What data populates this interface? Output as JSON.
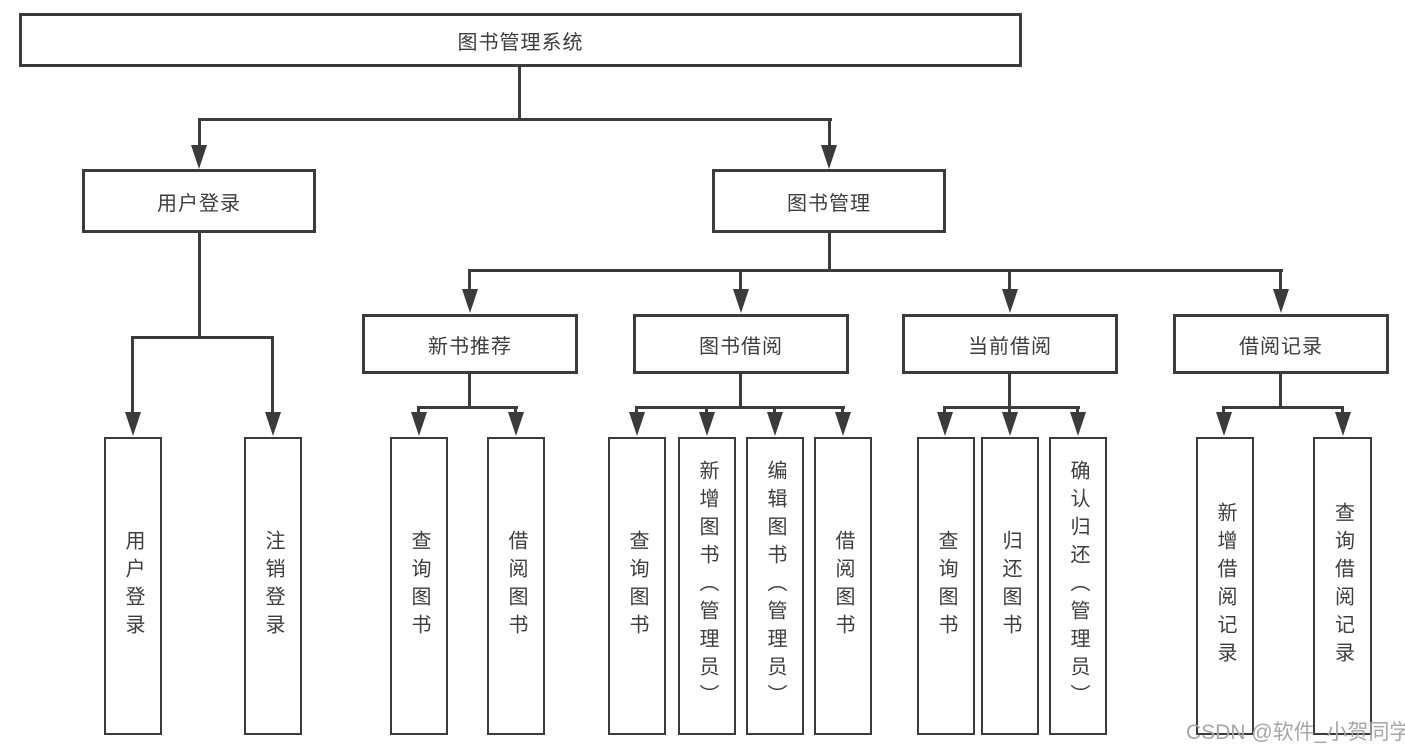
{
  "colors": {
    "line": "#3b3b3b",
    "text": "#3d3d3d",
    "watermark": "#a6a6a6",
    "background": "#ffffff"
  },
  "nodes": {
    "root": "图书管理系统",
    "level2": [
      "用户登录",
      "图书管理"
    ],
    "level3": [
      "新书推荐",
      "图书借阅",
      "当前借阅",
      "借阅记录"
    ],
    "leaves": {
      "user": [
        "用户登录",
        "注销登录"
      ],
      "recommend": [
        "查询图书",
        "借阅图书"
      ],
      "borrow": [
        "查询图书",
        "新增图书（管理员）",
        "编辑图书（管理员）",
        "借阅图书"
      ],
      "current": [
        "查询图书",
        "归还图书",
        "确认归还（管理员）"
      ],
      "records": [
        "新增借阅记录",
        "查询借阅记录"
      ]
    }
  },
  "watermark": "CSDN @软件_小贺同学"
}
